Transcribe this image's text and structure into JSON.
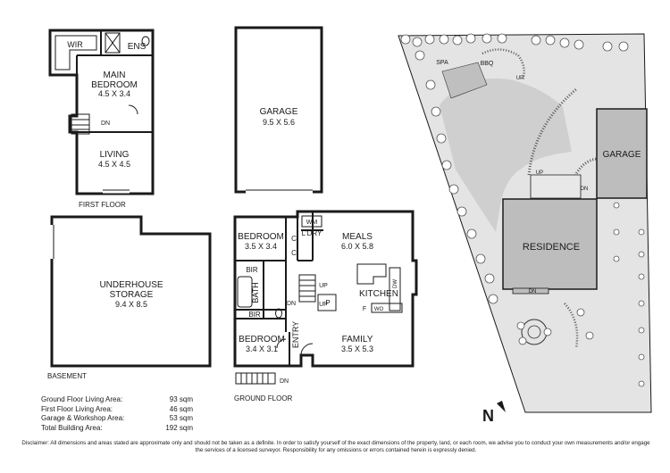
{
  "floors": {
    "first_floor": "FIRST FLOOR",
    "ground_floor": "GROUND FLOOR",
    "basement": "BASEMENT"
  },
  "rooms": {
    "wir": "WIR",
    "ens": "ENS",
    "main_bedroom": {
      "name": "MAIN\nBEDROOM",
      "size": "4.5 X 3.4"
    },
    "living": {
      "name": "LIVING",
      "size": "4.5 X 4.5"
    },
    "garage": {
      "name": "GARAGE",
      "size": "9.5 X 5.6"
    },
    "underhouse_storage": {
      "name": "UNDERHOUSE\nSTORAGE",
      "size": "9.4 X 8.5"
    },
    "bedroom_1": {
      "name": "BEDROOM",
      "size": "3.5 X 3.4"
    },
    "bedroom_2": {
      "name": "BEDROOM",
      "size": "3.4 X 3.1"
    },
    "meals": {
      "name": "MEALS",
      "size": "6.0 X 5.8"
    },
    "family": {
      "name": "FAMILY",
      "size": "3.5 X 5.3"
    },
    "kitchen": "KITCHEN",
    "bath": "BATH",
    "bir_1": "BIR",
    "bir_2": "BIR",
    "entry": "ENTRY",
    "wm": "WM",
    "ldry": "L'DRY",
    "c": "C",
    "p": "P",
    "dw": "DW",
    "f": "F",
    "wo": "WO"
  },
  "stairs": {
    "dn": "DN",
    "up": "UP"
  },
  "site": {
    "residence": "RESIDENCE",
    "garage": "GARAGE",
    "spa": "SPA",
    "bbq": "BBQ",
    "north": "N"
  },
  "areas": [
    {
      "label": "Ground Floor Living Area:",
      "value": "93 sqm"
    },
    {
      "label": "First Floor Living Area:",
      "value": "46 sqm"
    },
    {
      "label": "Garage & Workshop Area:",
      "value": "53 sqm"
    },
    {
      "label": "Total Building Area:",
      "value": "192 sqm"
    }
  ],
  "disclaimer": "Disclaimer: All dimensions and areas stated are approximate only and should not be taken as a definite. In order to satisfy yourself of the exact dimensions of the property, land, or each room, we advise you to conduct your own measurements and/or engage the services of a licensed surveyor. Responsibility for any omissions or errors contained herein is expressly denied.",
  "colors": {
    "wall": "#1a1a1a",
    "site_fill": "#d9d9d9",
    "building_fill": "#cccccc"
  }
}
